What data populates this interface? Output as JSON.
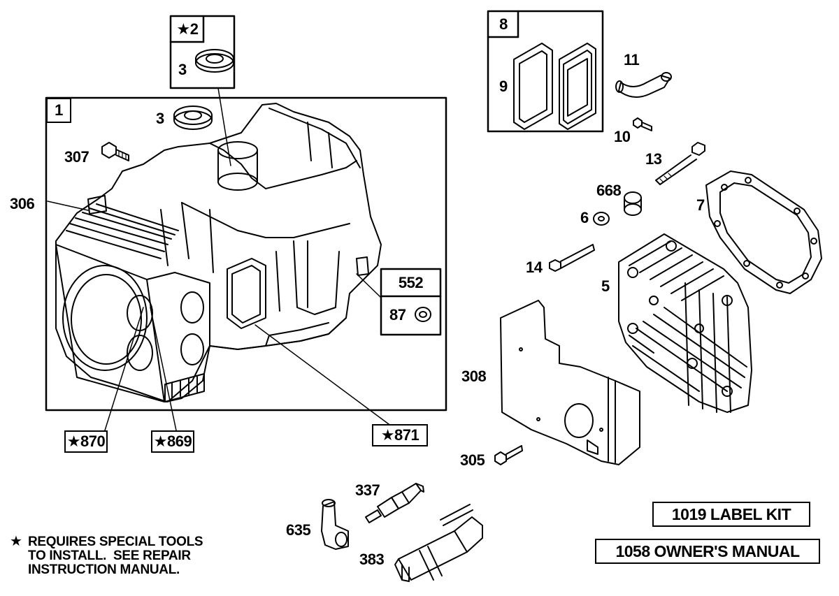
{
  "star": "★",
  "callouts": {
    "c1": "1",
    "c2": "2",
    "c3a": "3",
    "c3b": "3",
    "c5": "5",
    "c6": "6",
    "c7": "7",
    "c8": "8",
    "c9": "9",
    "c10": "10",
    "c11": "11",
    "c13": "13",
    "c14": "14",
    "c87": "87",
    "c305": "305",
    "c306": "306",
    "c307": "307",
    "c308": "308",
    "c337": "337",
    "c383": "383",
    "c552": "552",
    "c635": "635",
    "c668": "668",
    "c869": "869",
    "c870": "870",
    "c871": "871"
  },
  "kits": {
    "label_kit": "1019 LABEL KIT",
    "owners_manual": "1058 OWNER'S MANUAL"
  },
  "footnote": {
    "line1": "REQUIRES SPECIAL TOOLS",
    "line2": "TO INSTALL.  SEE REPAIR",
    "line3": "INSTRUCTION MANUAL."
  }
}
